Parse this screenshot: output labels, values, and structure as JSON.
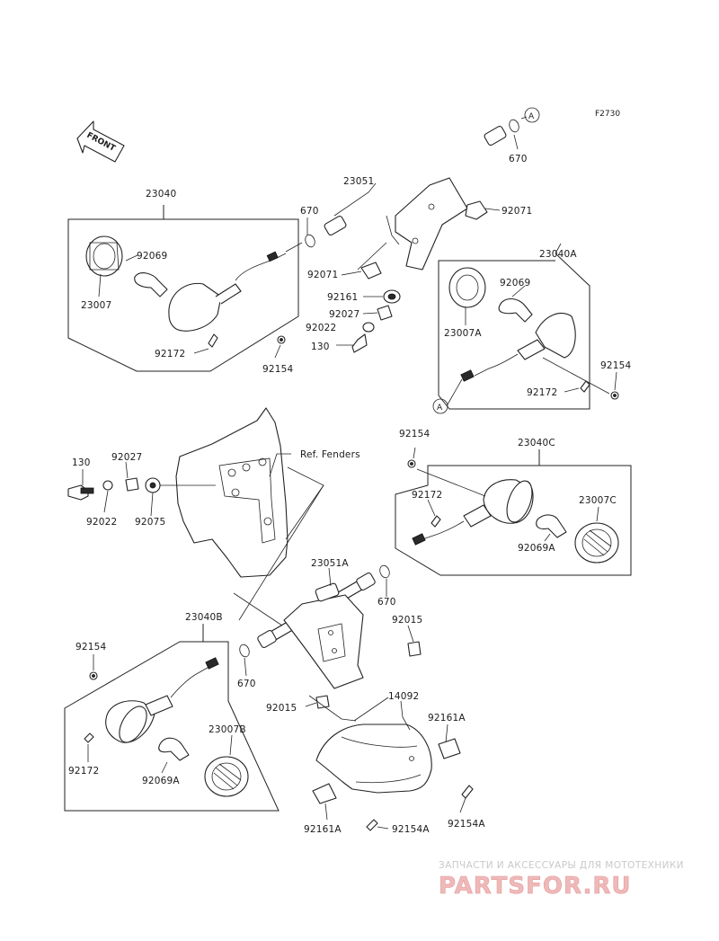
{
  "figure_code": "F2730",
  "front_label": "FRONT",
  "ref_note": "Ref. Fenders",
  "connector_mark": "A",
  "watermark": {
    "tagline": "ЗАПЧАСТИ И АКСЕССУАРЫ ДЛЯ МОТОТЕХНИКИ",
    "logo": "PARTSFOR.RU"
  },
  "labels": {
    "l23040": "23040",
    "l23051": "23051",
    "l670_top": "670",
    "l670_a": "670",
    "l92071_r": "92071",
    "l92071_l": "92071",
    "l92069_tl": "92069",
    "l23007": "23007",
    "l92172_tl": "92172",
    "l92154_tl": "92154",
    "l92161": "92161",
    "l92027_t": "92027",
    "l92022_t": "92022",
    "l130_t": "130",
    "l23040A": "23040A",
    "l92069_tr": "92069",
    "l23007A": "23007A",
    "l92154_tr": "92154",
    "l92172_tr": "92172",
    "l130_m": "130",
    "l92027_m": "92027",
    "l92022_m": "92022",
    "l92075": "92075",
    "l92154_m": "92154",
    "l23040C": "23040C",
    "l92172_m": "92172",
    "l23007C": "23007C",
    "l92069A_r": "92069A",
    "l23051A": "23051A",
    "l670_m": "670",
    "l92015_r": "92015",
    "l23040B": "23040B",
    "l92154_bl": "92154",
    "l670_b": "670",
    "l23007B": "23007B",
    "l92172_bl": "92172",
    "l92069A_l": "92069A",
    "l92015_l": "92015",
    "l14092": "14092",
    "l92161A_r": "92161A",
    "l92161A_l": "92161A",
    "l92154A_m": "92154A",
    "l92154A_r": "92154A"
  }
}
